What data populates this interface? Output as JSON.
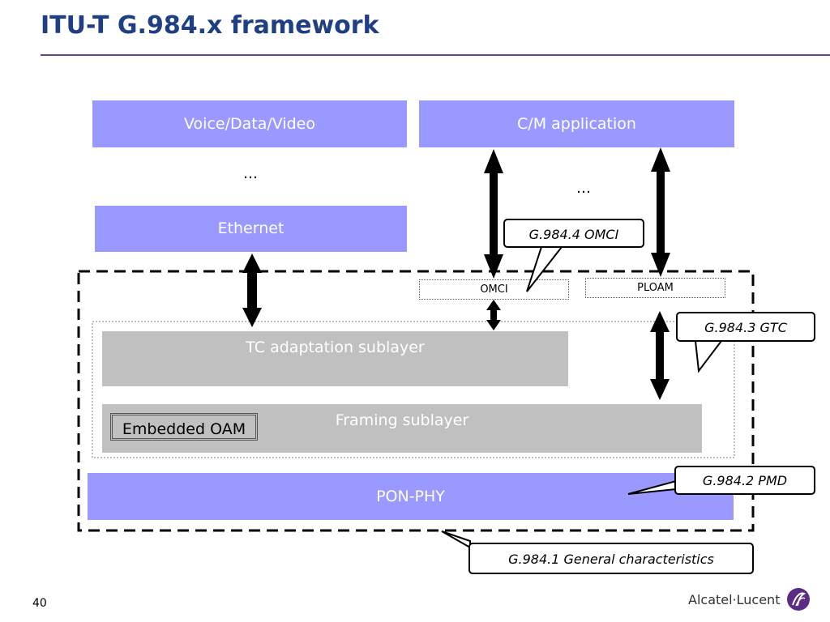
{
  "title": "ITU-T G.984.x framework",
  "boxes": {
    "voice_data_video": "Voice/Data/Video",
    "cm_application": "C/M application",
    "ethernet": "Ethernet",
    "omci": "OMCI",
    "ploam": "PLOAM",
    "tc_adaptation": "TC adaptation sublayer",
    "framing": "Framing sublayer",
    "embedded_oam": "Embedded OAM",
    "pon_phy": "PON-PHY"
  },
  "ellipsis": "…",
  "callouts": {
    "omci_spec": "G.984.4 OMCI",
    "gtc_spec": "G.984.3 GTC",
    "pmd_spec": "G.984.2 PMD",
    "general_spec": "G.984.1 General characteristics"
  },
  "footer": {
    "page_number": "40",
    "logo_text": "Alcatel·Lucent"
  },
  "colors": {
    "title": "#1f3f84",
    "rule": "#6a3f8c",
    "blue_box": "#9999ff",
    "grey_box": "#c0c0c0"
  }
}
